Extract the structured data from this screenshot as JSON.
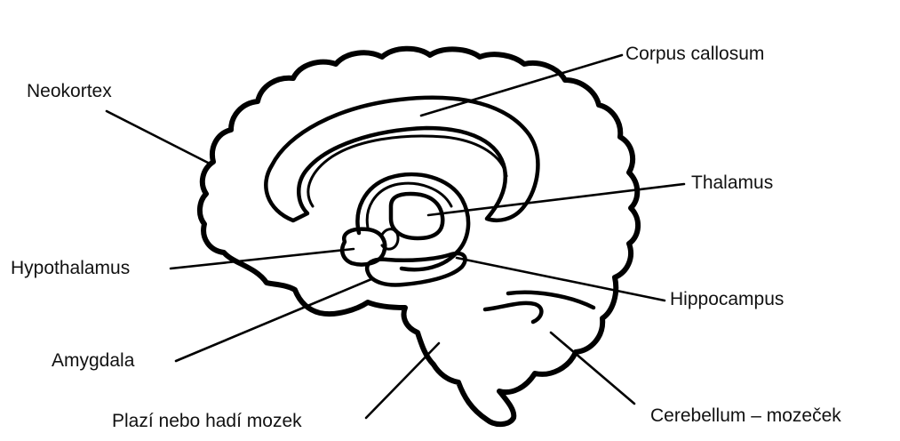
{
  "labels": {
    "neokortex": "Neokortex",
    "corpus_callosum": "Corpus callosum",
    "thalamus": "Thalamus",
    "hypothalamus": "Hypothalamus",
    "hippocampus": "Hippocampus",
    "amygdala": "Amygdala",
    "plazi_mozek": "Plazí nebo hadí mozek",
    "cerebellum": "Cerebellum – mozeček"
  },
  "colors": {
    "line": "#000000",
    "background": "#ffffff"
  }
}
